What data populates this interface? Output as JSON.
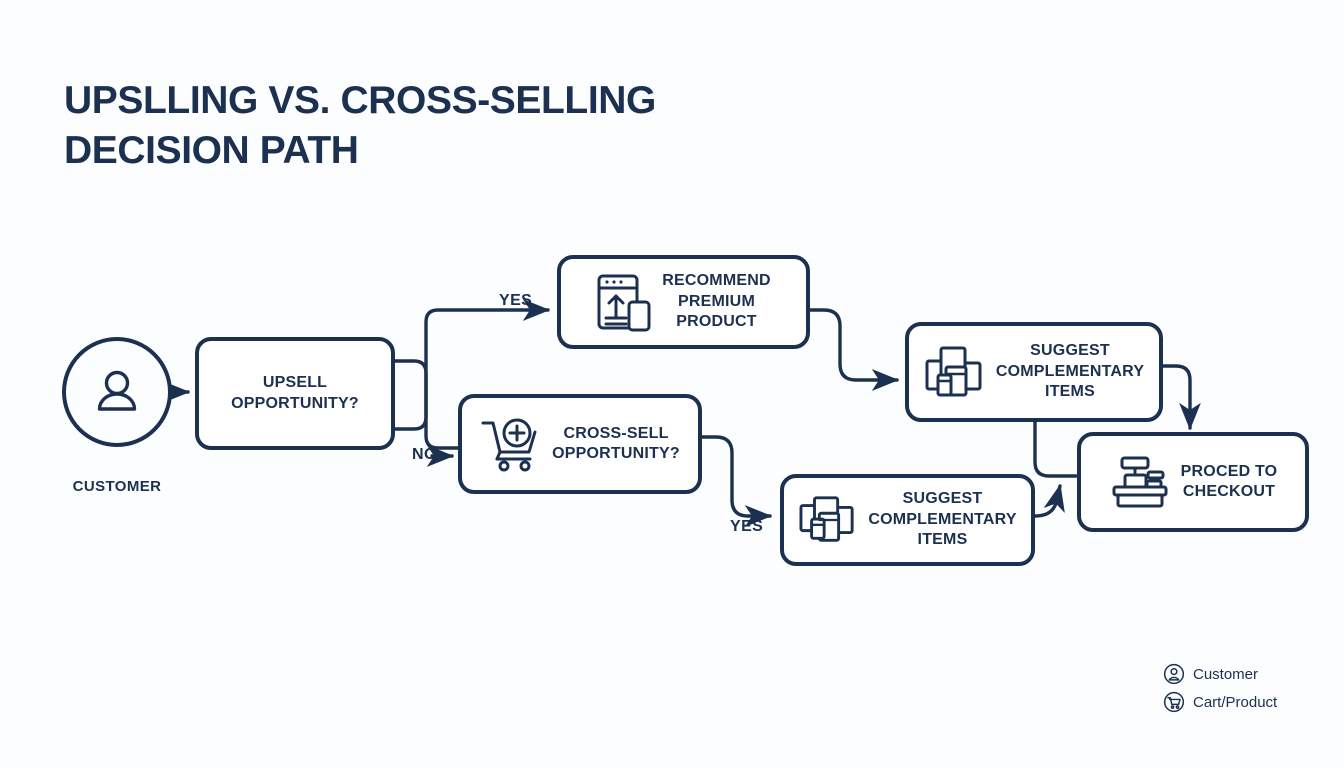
{
  "title": {
    "line1": "UPSLLING VS. CROSS-SELLING",
    "line2": "DECISION PATH"
  },
  "colors": {
    "ink": "#1c3050",
    "background": "#fcfdfe",
    "node_fill": "#ffffff"
  },
  "start": {
    "icon": "customer-avatar-icon",
    "caption": "CUSTOMER"
  },
  "nodes": [
    {
      "id": "upsell",
      "label": "UPSELL\nOPPORTUNITY?",
      "icon": "none"
    },
    {
      "id": "recommend",
      "label": "RECOMMEND\nPREMIUM\nPRODUCT",
      "icon": "premium-product-icon"
    },
    {
      "id": "crosssell",
      "label": "CROSS-SELL\nOPPORTUNITY?",
      "icon": "cart-plus-icon"
    },
    {
      "id": "suggest_top",
      "label": "SUGGEST\nCOMPLEMENTARY\nITEMS",
      "icon": "boxes-icon"
    },
    {
      "id": "suggest_bottom",
      "label": "SUGGEST\nCOMPLEMENTARY\nITEMS",
      "icon": "boxes-icon"
    },
    {
      "id": "checkout",
      "label": "PROCED TO\nCHECKOUT",
      "icon": "cash-register-icon"
    }
  ],
  "edge_labels": {
    "upsell_yes": "YES",
    "upsell_no": "NO",
    "crosssell_yes": "YES"
  },
  "legend": [
    {
      "icon": "customer-circle-icon",
      "label": "Customer"
    },
    {
      "icon": "cart-circle-icon",
      "label": "Cart/Product"
    }
  ],
  "flow": {
    "type": "flowchart",
    "edges": [
      {
        "from": "customer",
        "to": "upsell",
        "label": ""
      },
      {
        "from": "upsell",
        "to": "recommend",
        "label": "YES"
      },
      {
        "from": "upsell",
        "to": "crosssell",
        "label": "NO"
      },
      {
        "from": "recommend",
        "to": "suggest_top",
        "label": ""
      },
      {
        "from": "crosssell",
        "to": "suggest_bottom",
        "label": "YES"
      },
      {
        "from": "suggest_top",
        "to": "checkout",
        "label": ""
      },
      {
        "from": "suggest_bottom",
        "to": "checkout",
        "label": ""
      }
    ]
  }
}
